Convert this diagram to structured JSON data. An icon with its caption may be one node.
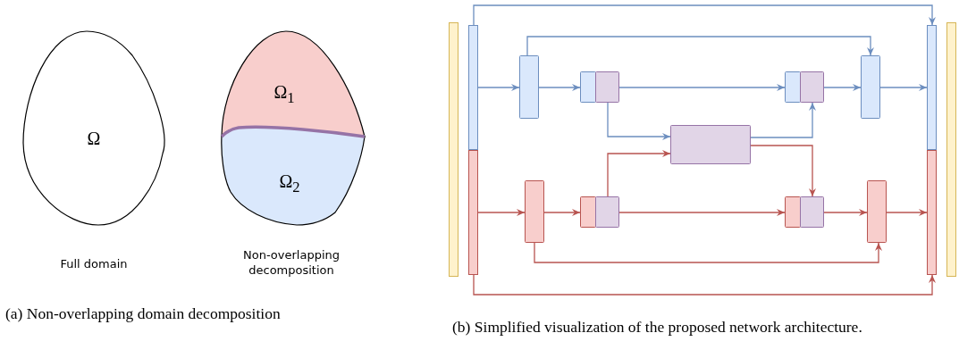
{
  "diagram": {
    "nodes": [
      {
        "text": [
          "Ω"
        ]
      },
      {
        "text": [
          "Ω$_{1}$"
        ]
      },
      {
        "text": [
          "Ω$_{2}$"
        ]
      },
      {
        "text": [],
        "shape": "bar"
      },
      {
        "text": [],
        "shape": "bar"
      },
      {
        "text": [],
        "shape": "bar"
      },
      {
        "text": [],
        "shape": "box"
      },
      {
        "text": [],
        "shape": "box"
      },
      {
        "text": [],
        "shape": "box"
      },
      {
        "text": [],
        "shape": "box"
      },
      {
        "text": [],
        "shape": "box"
      },
      {
        "text": [],
        "shape": "box"
      },
      {
        "text": [],
        "shape": "box"
      },
      {
        "text": [],
        "shape": "bar"
      },
      {
        "text": [],
        "shape": "bar"
      },
      {
        "text": [],
        "shape": "bar"
      },
      {
        "text": [],
        "shape": "box"
      },
      {
        "text": [],
        "shape": "box"
      },
      {
        "text": [],
        "shape": "box"
      },
      {
        "text": [],
        "shape": "box"
      },
      {
        "text": [],
        "shape": "box"
      },
      {
        "text": [],
        "shape": "box"
      }
    ],
    "edges": [
      {
        "from": 4,
        "to": 13,
        "arrow": "to",
        "color": "#6c8ebf"
      },
      {
        "from": 4,
        "to": 6,
        "arrow": "to",
        "color": "#6c8ebf"
      },
      {
        "from": 6,
        "to": 12,
        "arrow": "to",
        "color": "#6c8ebf"
      },
      {
        "from": 6,
        "to": 7,
        "arrow": "to",
        "color": "#6c8ebf"
      },
      {
        "from": 8,
        "to": 10,
        "arrow": "to",
        "color": "#6c8ebf"
      },
      {
        "from": 8,
        "to": 9,
        "arrow": "to",
        "color": "#6c8ebf"
      },
      {
        "from": 9,
        "to": 11,
        "arrow": "to",
        "color": "#6c8ebf"
      },
      {
        "from": 11,
        "to": 12,
        "arrow": "to",
        "color": "#6c8ebf"
      },
      {
        "from": 12,
        "to": 13,
        "arrow": "to",
        "color": "#6c8ebf"
      },
      {
        "from": 5,
        "to": 16,
        "arrow": "to",
        "color": "#b85450"
      },
      {
        "from": 16,
        "to": 17,
        "arrow": "to",
        "color": "#b85450"
      },
      {
        "from": 18,
        "to": 9,
        "arrow": "to",
        "color": "#b85450"
      },
      {
        "from": 18,
        "to": 19,
        "arrow": "to",
        "color": "#b85450"
      },
      {
        "from": 9,
        "to": 20,
        "arrow": "to",
        "color": "#b85450"
      },
      {
        "from": 20,
        "to": 21,
        "arrow": "to",
        "color": "#b85450"
      },
      {
        "from": 21,
        "to": 14,
        "arrow": "to",
        "color": "#b85450"
      },
      {
        "from": 16,
        "to": 21,
        "arrow": "to",
        "color": "#b85450"
      },
      {
        "from": 5,
        "to": 14,
        "arrow": "to",
        "color": "#b85450"
      }
    ],
    "labels": [
      "Full domain",
      "Non-overlapping decomposition",
      "(a) Non-overlapping domain decomposition",
      "(b) Simplified visualization of the proposed network architecture."
    ]
  }
}
